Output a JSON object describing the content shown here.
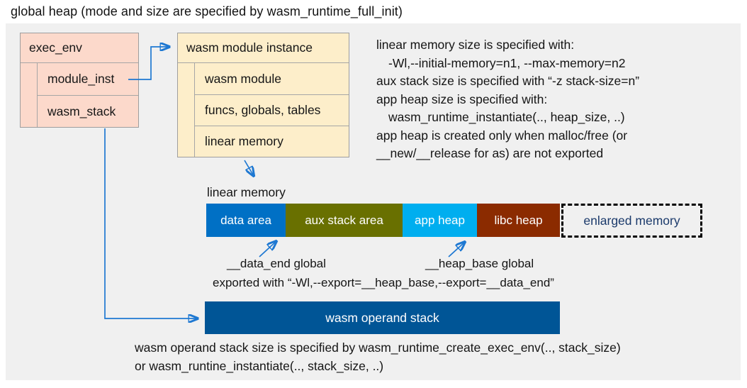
{
  "title": "global heap (mode and size are specified by wasm_runtime_full_init)",
  "colors": {
    "panel_bg": "#f0f0f0",
    "struct_pink": "#fcd9cb",
    "struct_cream": "#fdeeca",
    "border_gray": "#a6a6a6",
    "arrow_blue": "#1e78d2",
    "enlarged_text": "#1b3a6b"
  },
  "exec_env": {
    "title": "exec_env",
    "rows": [
      "module_inst",
      "wasm_stack"
    ]
  },
  "module_instance": {
    "title": "wasm module instance",
    "rows": [
      "wasm module",
      "funcs, globals, tables",
      "linear memory"
    ]
  },
  "right_notes": {
    "lines": [
      "linear memory size is specified with:",
      "-Wl,--initial-memory=n1, --max-memory=n2",
      "aux stack size is specified with “-z stack-size=n”",
      "app heap size is specified with:",
      "wasm_runtime_instantiate(.., heap_size, ..)",
      "app heap is created only when malloc/free (or",
      "__new/__release for as) are not exported"
    ]
  },
  "linear_memory": {
    "caption": "linear memory",
    "segments": [
      {
        "label": "data area",
        "color": "#0070c5"
      },
      {
        "label": "aux stack area",
        "color": "#697000"
      },
      {
        "label": "app heap",
        "color": "#00aeef"
      },
      {
        "label": "libc heap",
        "color": "#8b2b00"
      },
      {
        "label": "enlarged memory",
        "text_color": "#1b3a6b",
        "style": "dashed-outline"
      }
    ],
    "annotations": {
      "data_end_label": "__data_end global",
      "heap_base_label": "__heap_base global",
      "exported_line": "exported with “-Wl,--export=__heap_base,--export=__data_end”"
    }
  },
  "operand_stack": {
    "label": "wasm operand stack",
    "color": "#005596",
    "notes": [
      "wasm operand stack size is specified by wasm_runtime_create_exec_env(.., stack_size)",
      "or wasm_runtine_instantiate(.., stack_size, ..)"
    ]
  }
}
